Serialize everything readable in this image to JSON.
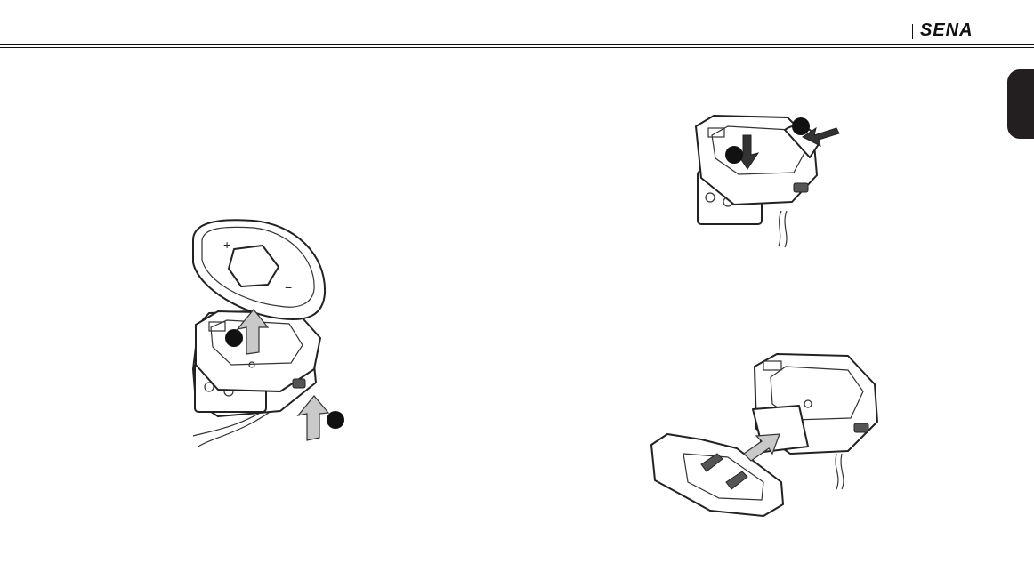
{
  "header": {
    "brand": "SENA",
    "brand_icon": "sena-logo-wordmark"
  },
  "figures": {
    "remove_remote": {
      "plus_label": "+",
      "minus_label": "−",
      "step_markers": 2
    },
    "release_cradle": {
      "step_markers": 2
    },
    "attach_plate": {
      "step_markers": 0
    }
  },
  "colors": {
    "ink": "#231f20",
    "arrow_gray": "#c9c9c9",
    "background": "#ffffff"
  }
}
